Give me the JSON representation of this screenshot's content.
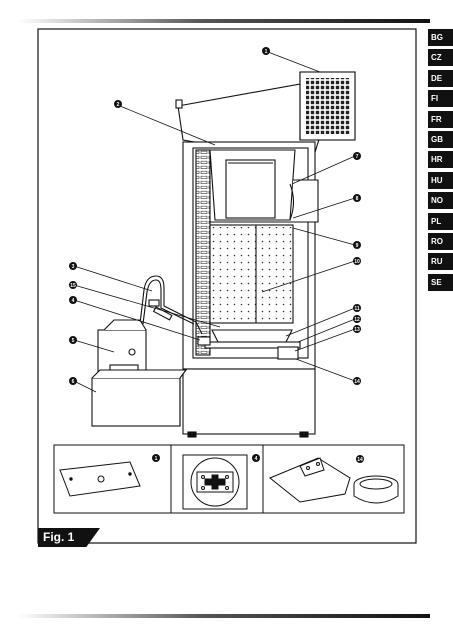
{
  "languages": [
    "BG",
    "CZ",
    "DE",
    "FI",
    "FR",
    "GB",
    "HR",
    "HU",
    "NO",
    "PL",
    "RO",
    "RU",
    "SE"
  ],
  "figure": {
    "label": "Fig. 1",
    "callouts": [
      "1",
      "2",
      "3",
      "4",
      "5",
      "6",
      "7",
      "8",
      "9",
      "10",
      "11",
      "12",
      "13",
      "14",
      "15"
    ],
    "detail_panels": [
      {
        "callout": "1"
      },
      {
        "callout": "4"
      },
      {
        "callout": "14"
      }
    ]
  }
}
